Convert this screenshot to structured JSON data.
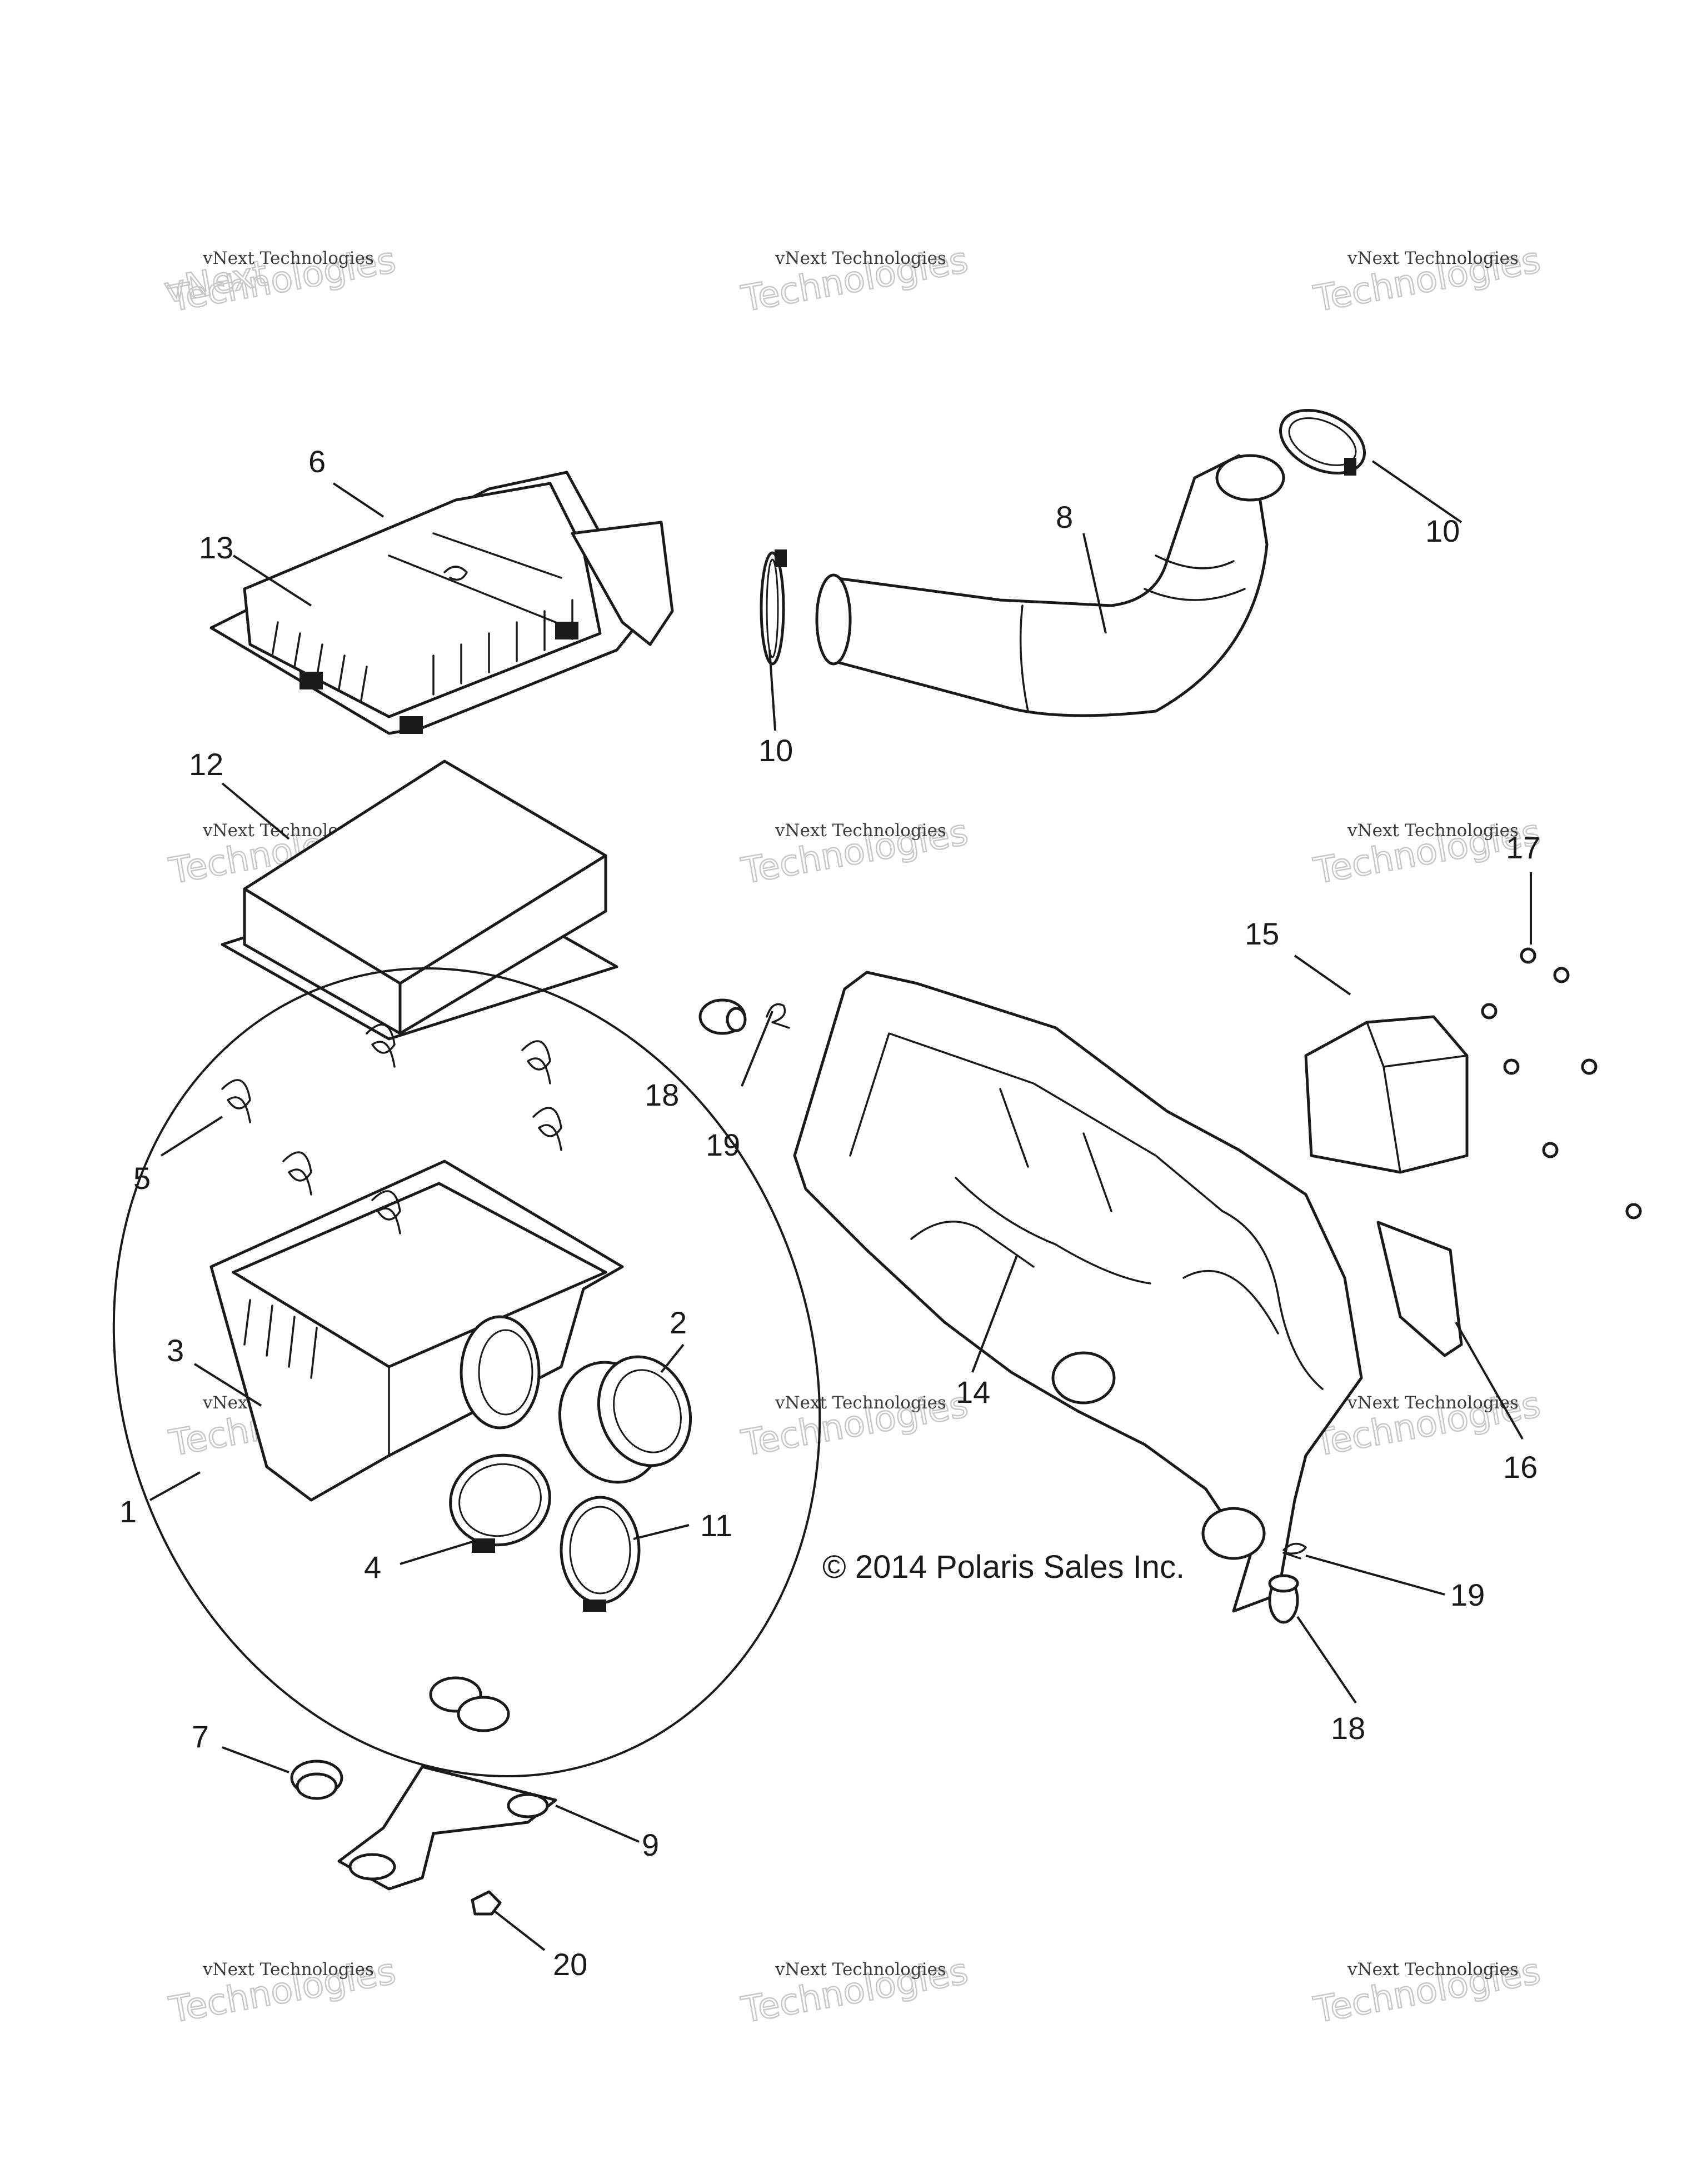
{
  "watermark": {
    "line1": "vNext Technologies",
    "line2a": "vNext",
    "line2b": "Technologies"
  },
  "copyright": "© 2014 Polaris Sales Inc.",
  "callouts": [
    "1",
    "2",
    "3",
    "4",
    "5",
    "6",
    "7",
    "8",
    "9",
    "10",
    "10",
    "11",
    "12",
    "13",
    "14",
    "15",
    "16",
    "17",
    "18",
    "18",
    "19",
    "19",
    "20"
  ],
  "colors": {
    "ink": "#1a1a1a",
    "watermark": "#c8c8c8",
    "background": "#ffffff"
  }
}
